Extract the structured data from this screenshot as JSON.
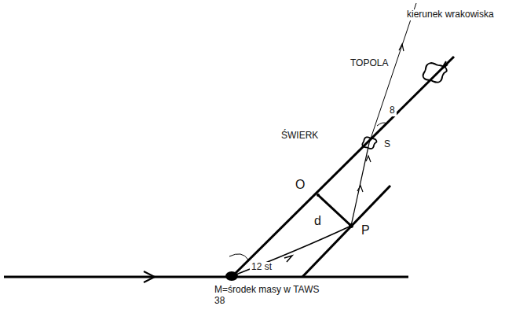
{
  "diagram": {
    "labels": [
      "kierunek wrakowiska",
      "TOPOLA",
      "ŚWIERK",
      "8",
      "S",
      "O",
      "d",
      "P",
      "12 st",
      "M=środek masy w TAWS 38"
    ]
  }
}
